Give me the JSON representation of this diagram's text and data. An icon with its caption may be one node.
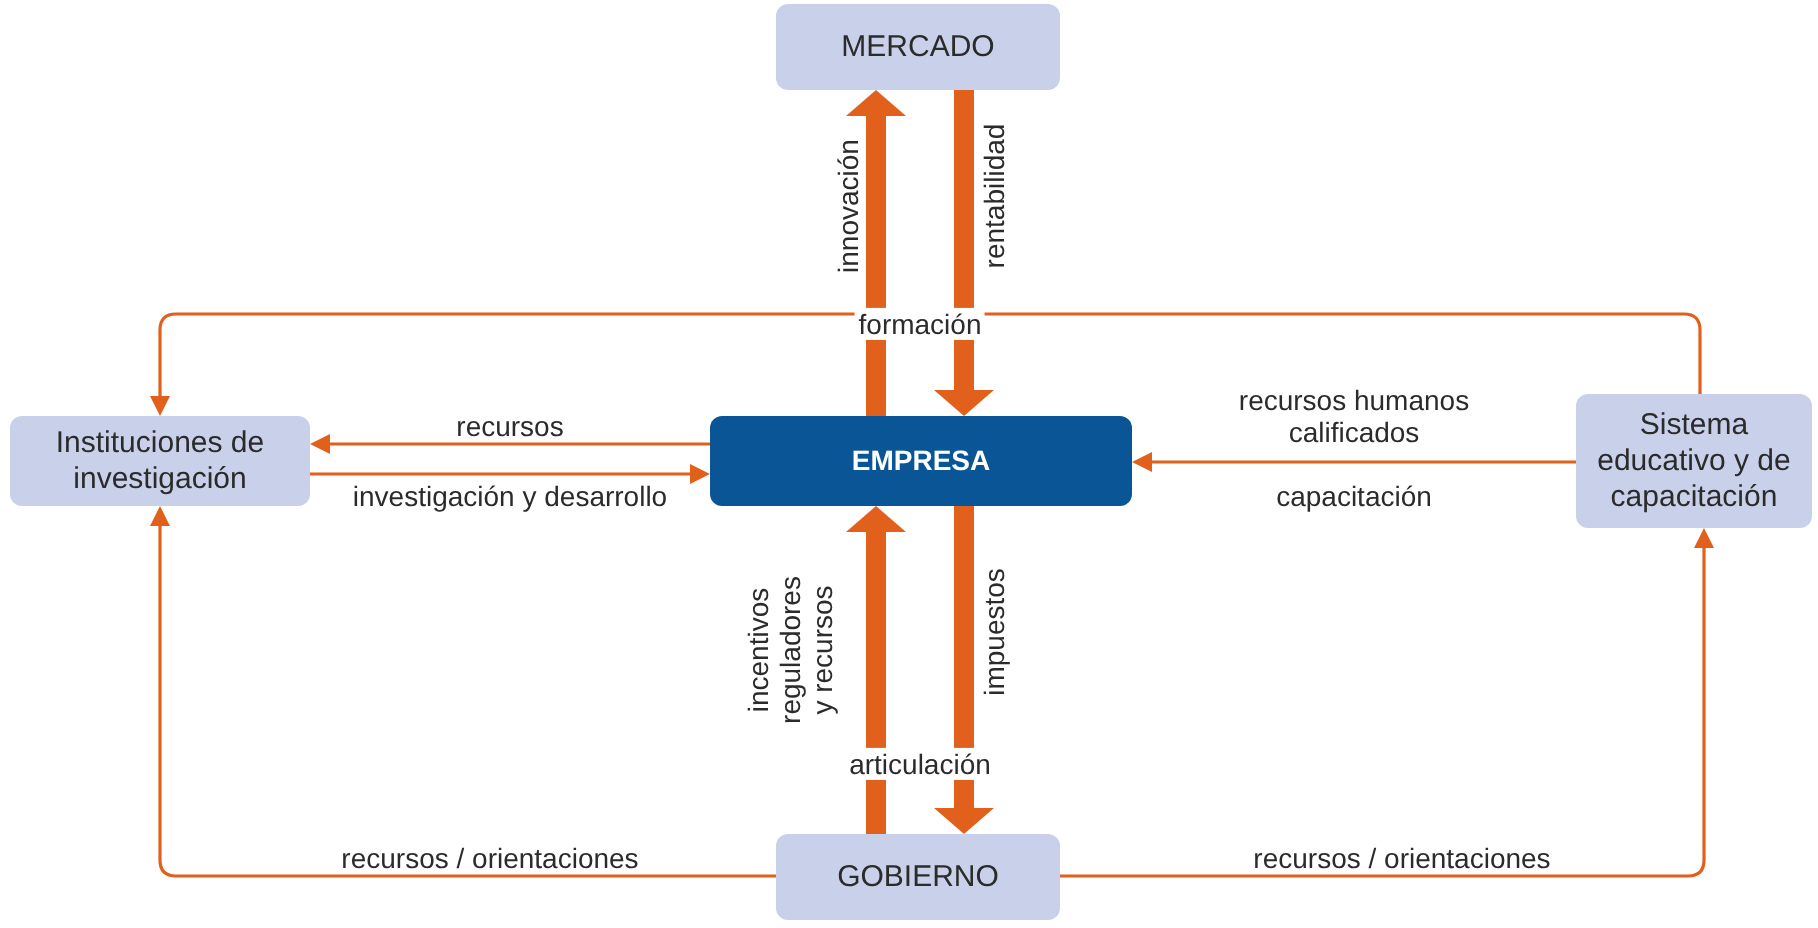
{
  "diagram": {
    "nodes": [
      {
        "text": [
          "MERCADO"
        ]
      },
      {
        "text": [
          "Instituciones de investigación"
        ]
      },
      {
        "text": [
          "EMPRESA"
        ]
      },
      {
        "text": [
          "Sistema educativo y de capacitación"
        ]
      },
      {
        "text": [
          "GOBIERNO"
        ]
      }
    ],
    "edges": [
      {
        "from": 2,
        "to": 0,
        "arrow": "to",
        "label": "innovación",
        "style": "thick"
      },
      {
        "from": 0,
        "to": 2,
        "arrow": "to",
        "label": "rentabilidad",
        "style": "thick"
      },
      {
        "from": 2,
        "to": 1,
        "arrow": "to",
        "label": "recursos"
      },
      {
        "from": 1,
        "to": 2,
        "arrow": "to",
        "label": "investigación y desarrollo"
      },
      {
        "from": 3,
        "to": 2,
        "arrow": "to",
        "label": "recursos humanos calificados"
      },
      {
        "from": 3,
        "to": 1,
        "arrow": "to",
        "label": "formación"
      },
      {
        "from": 4,
        "to": 2,
        "arrow": "to",
        "label": "incentivos reguladores y recursos",
        "style": "thick"
      },
      {
        "from": 2,
        "to": 4,
        "arrow": "to",
        "label": "impuestos",
        "style": "thick"
      },
      {
        "from": 4,
        "to": 1,
        "arrow": "to",
        "label": "recursos / orientaciones"
      },
      {
        "from": 4,
        "to": 3,
        "arrow": "to",
        "label": "recursos / orientaciones"
      }
    ],
    "labels": [
      "capacitación",
      "articulación"
    ]
  }
}
